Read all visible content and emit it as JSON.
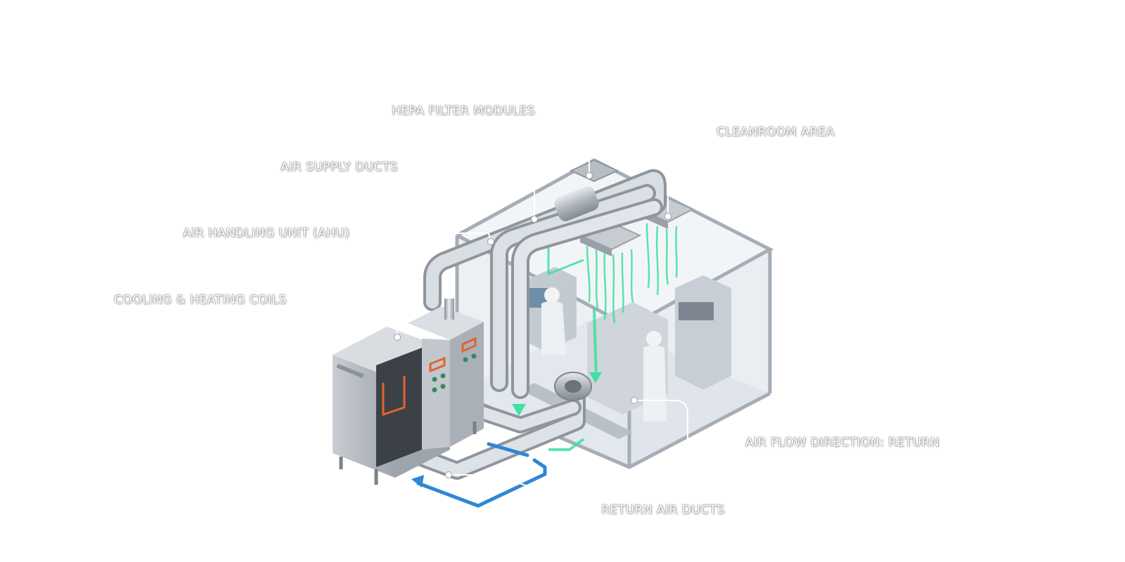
{
  "labels": {
    "hepa_filter_modules": "HEPA FILTER MODULES",
    "cleanroom_area": "CLEANROOM AREA",
    "air_supply_ducts": "AIR SUPPLY DUCTS",
    "air_handling_unit": "AIR HANDLING UNIT (AHU)",
    "cooling_heating_coils": "COOLING & HEATING COILS",
    "air_flow_direction_return": "AIR FLOW DIRECTION: RETURN",
    "return_air_ducts": "RETURN AIR DUCTS"
  },
  "colors": {
    "supply_flow": "#3fe0a0",
    "return_flow": "#2f86d6",
    "heating_coil": "#e2642c",
    "duct_metal": "#b6bcc4",
    "glass": "#dfe6ec",
    "frame": "#a7adb6"
  }
}
